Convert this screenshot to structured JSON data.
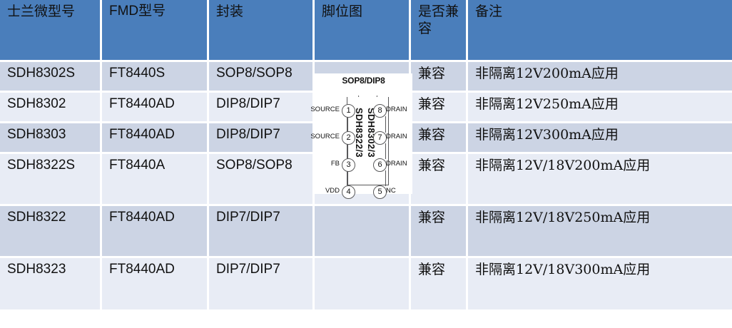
{
  "table": {
    "headers": [
      {
        "label": "士兰微型号",
        "script": "cjk"
      },
      {
        "label": "FMD型号",
        "script": "latin-cjk"
      },
      {
        "label": "封装",
        "script": "cjk"
      },
      {
        "label": "脚位图",
        "script": "cjk"
      },
      {
        "label": "是否兼容",
        "script": "cjk"
      },
      {
        "label": "备注",
        "script": "cjk"
      }
    ],
    "rows": [
      {
        "sl_part": "SDH8302S",
        "fmd_part": "FT8440S",
        "package": "SOP8/SOP8",
        "pinout": "",
        "compatible": "兼容",
        "remark": "非隔离12V200mA应用"
      },
      {
        "sl_part": "SDH8302",
        "fmd_part": "FT8440AD",
        "package": "DIP8/DIP7",
        "pinout": "",
        "compatible": "兼容",
        "remark": "非隔离12V250mA应用"
      },
      {
        "sl_part": "SDH8303",
        "fmd_part": "FT8440AD",
        "package": "DIP8/DIP7",
        "pinout": "",
        "compatible": "兼容",
        "remark": "非隔离12V300mA应用"
      },
      {
        "sl_part": "SDH8322S",
        "fmd_part": "FT8440A",
        "package": "SOP8/SOP8",
        "pinout": "",
        "compatible": "兼容",
        "remark": "非隔离12V/18V200mA应用"
      },
      {
        "sl_part": "SDH8322",
        "fmd_part": "FT8440AD",
        "package": "DIP7/DIP7",
        "pinout": "",
        "compatible": "兼容",
        "remark": "非隔离12V/18V250mA应用"
      },
      {
        "sl_part": "SDH8323",
        "fmd_part": "FT8440AD",
        "package": "DIP7/DIP7",
        "pinout": "",
        "compatible": "兼容",
        "remark": "非隔离12V/18V300mA应用"
      }
    ]
  },
  "pinout_diagram": {
    "title": "SOP8/DIP8",
    "body_label_left": "SDH8322/3",
    "body_label_right": "SDH8302/3",
    "pins_left": [
      {
        "number": "1",
        "name": "SOURCE"
      },
      {
        "number": "2",
        "name": "SOURCE"
      },
      {
        "number": "3",
        "name": "FB"
      },
      {
        "number": "4",
        "name": "VDD"
      }
    ],
    "pins_right": [
      {
        "number": "8",
        "name": "DRAIN"
      },
      {
        "number": "7",
        "name": "DRAIN"
      },
      {
        "number": "6",
        "name": "DRAIN"
      },
      {
        "number": "5",
        "name": "NC"
      }
    ]
  },
  "colors": {
    "header_background": "#4a7ebb",
    "header_text": "#ffffff",
    "row_odd_background": "#ccd4e4",
    "row_even_background": "#e8ecf5",
    "body_text": "#111111",
    "page_background": "#ffffff",
    "diagram_line": "#58585a"
  }
}
